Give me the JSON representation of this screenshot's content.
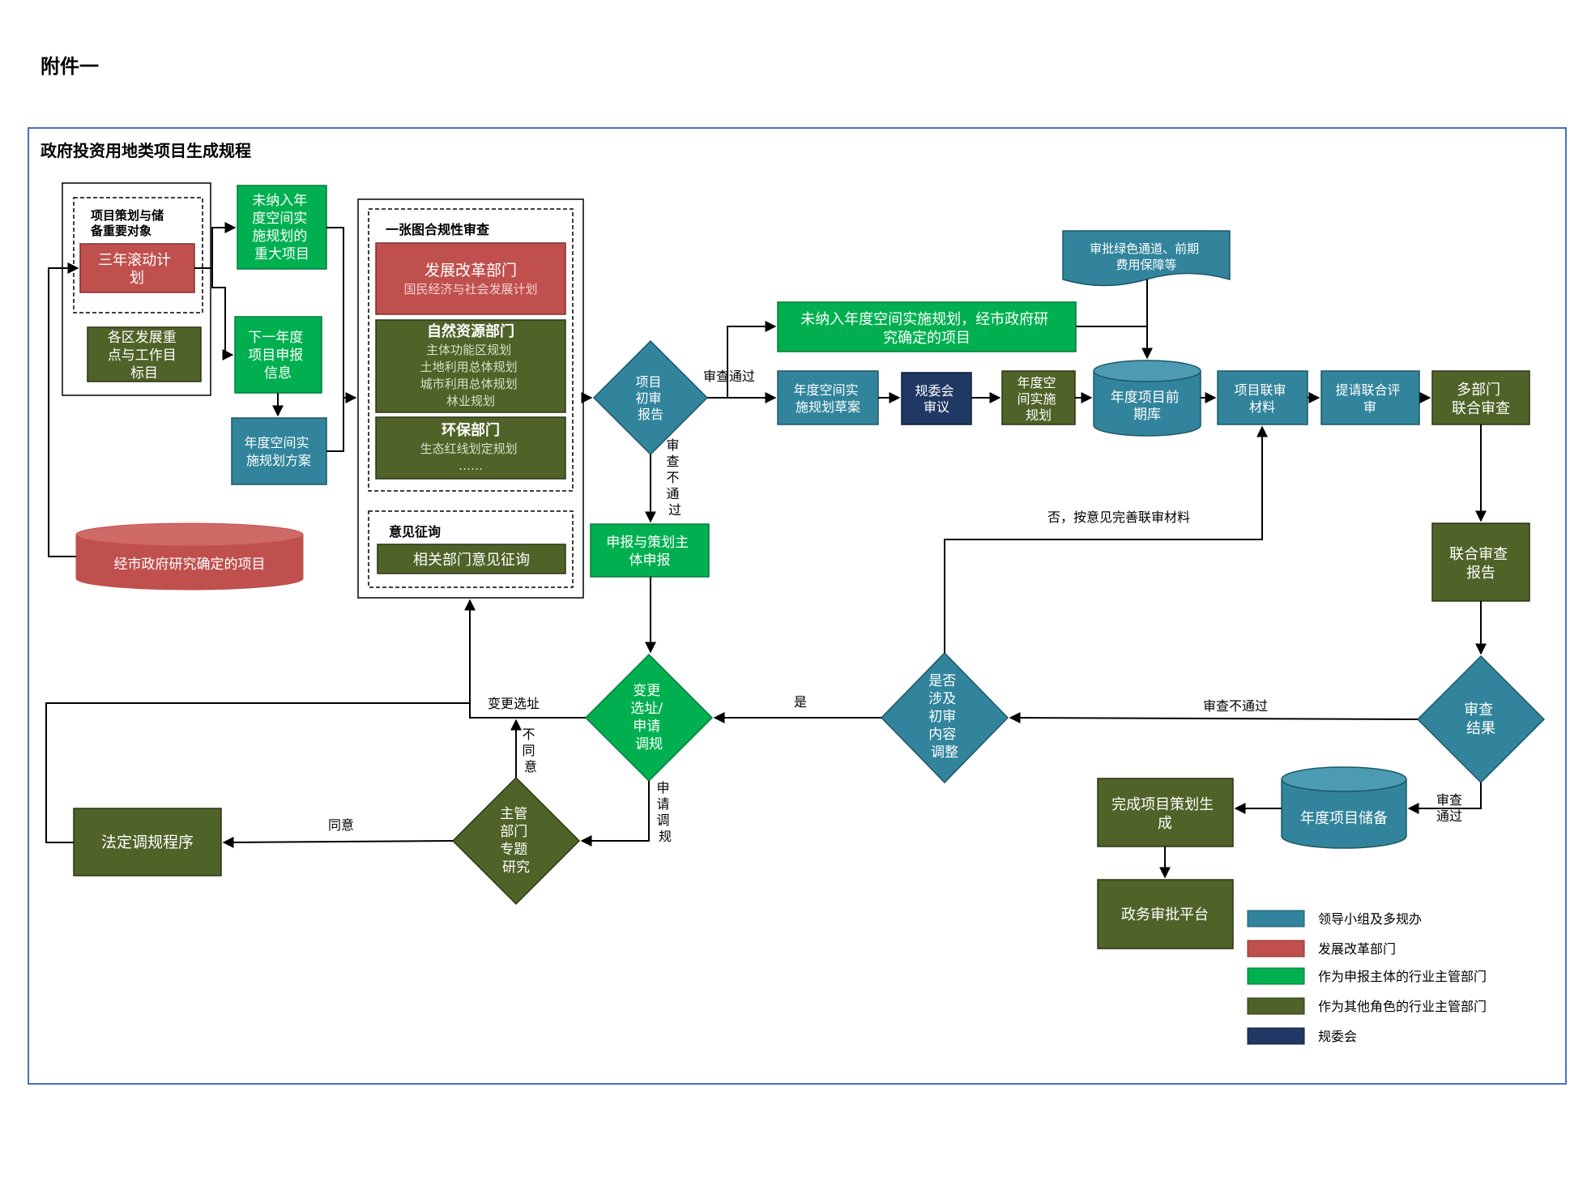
{
  "page": {
    "annex_title": "附件一",
    "diagram_title": "政府投资用地类项目生成规程"
  },
  "colors": {
    "teal": "#31849b",
    "red": "#c0504d",
    "green": "#00b050",
    "olive": "#4f6228",
    "navy": "#1f3864",
    "frame": "#4472c4",
    "arrow": "#000000"
  },
  "left": {
    "group_label": [
      "项目策划与储",
      "备重要对象"
    ],
    "three_year_plan": [
      "三年滚动计",
      "划"
    ],
    "district_focus": [
      "各区发展重",
      "点与工作目",
      "标目"
    ],
    "major_projects": [
      "未纳入年",
      "度空间实",
      "施规划的",
      "重大项目"
    ],
    "next_year_info": [
      "下一年度",
      "项目申报",
      "信息"
    ],
    "annual_scheme": [
      "年度空间实",
      "施规划方案"
    ],
    "city_gov_projects": "经市政府研究确定的项目"
  },
  "review": {
    "section_title": "一张图合规性审查",
    "dev_reform": {
      "title": "发展改革部门",
      "items": [
        "国民经济与社会发展计划"
      ]
    },
    "natural_resources": {
      "title": "自然资源部门",
      "items": [
        "主体功能区规划",
        "土地利用总体规划",
        "城市利用总体规划",
        "林业规划"
      ]
    },
    "environment": {
      "title": "环保部门",
      "items": [
        "生态红线划定规划",
        "……"
      ]
    },
    "opinion_title": "意见征询",
    "opinion_box": "相关部门意见征询"
  },
  "flow": {
    "initial_review": [
      "项目",
      "初审",
      "报告"
    ],
    "review_pass": "审查通过",
    "review_fail": [
      "审",
      "查",
      "不",
      "通",
      "过"
    ],
    "unincluded_projects": [
      "未纳入年度空间实施规划，经市政府研",
      "究确定的项目"
    ],
    "green_channel": [
      "审批绿色通道、前期",
      "费用保障等"
    ],
    "annual_draft": [
      "年度空间实",
      "施规划草案"
    ],
    "planning_committee_review": [
      "规委会",
      "审议"
    ],
    "annual_plan": [
      "年度空",
      "间实施",
      "规划"
    ],
    "pre_library": [
      "年度项目前",
      "期库"
    ],
    "joint_materials": [
      "项目联审",
      "材料"
    ],
    "request_joint": [
      "提请联合评",
      "审"
    ],
    "multi_dept": [
      "多部门",
      "联合审查"
    ],
    "joint_report": [
      "联合审查",
      "报告"
    ],
    "review_result": [
      "审查",
      "结果"
    ],
    "review_pass2": [
      "审查",
      "通过"
    ],
    "review_fail2": "审查不通过",
    "adjust_decision": [
      "是否",
      "涉及",
      "初审",
      "内容",
      "调整"
    ],
    "no_improve": "否，按意见完善联审材料",
    "yes": "是",
    "declare_subject": [
      "申报与策划主",
      "体申报"
    ],
    "change_site": [
      "变更",
      "选址/",
      "申请",
      "调规"
    ],
    "change_site_label": "变更选址",
    "disagree": [
      "不",
      "同",
      "意"
    ],
    "apply_adjust": [
      "申",
      "请",
      "调",
      "规"
    ],
    "competent_dept": [
      "主管",
      "部门",
      "专题",
      "研究"
    ],
    "agree": "同意",
    "legal_adjust": "法定调规程序",
    "annual_reserve": "年度项目储备",
    "complete_plan": [
      "完成项目策划生",
      "成"
    ],
    "approval_platform": "政务审批平台"
  },
  "legend": [
    {
      "label": "领导小组及多规办",
      "color": "#31849b"
    },
    {
      "label": "发展改革部门",
      "color": "#c0504d"
    },
    {
      "label": "作为申报主体的行业主管部门",
      "color": "#00b050"
    },
    {
      "label": "作为其他角色的行业主管部门",
      "color": "#4f6228"
    },
    {
      "label": "规委会",
      "color": "#1f3864"
    }
  ]
}
